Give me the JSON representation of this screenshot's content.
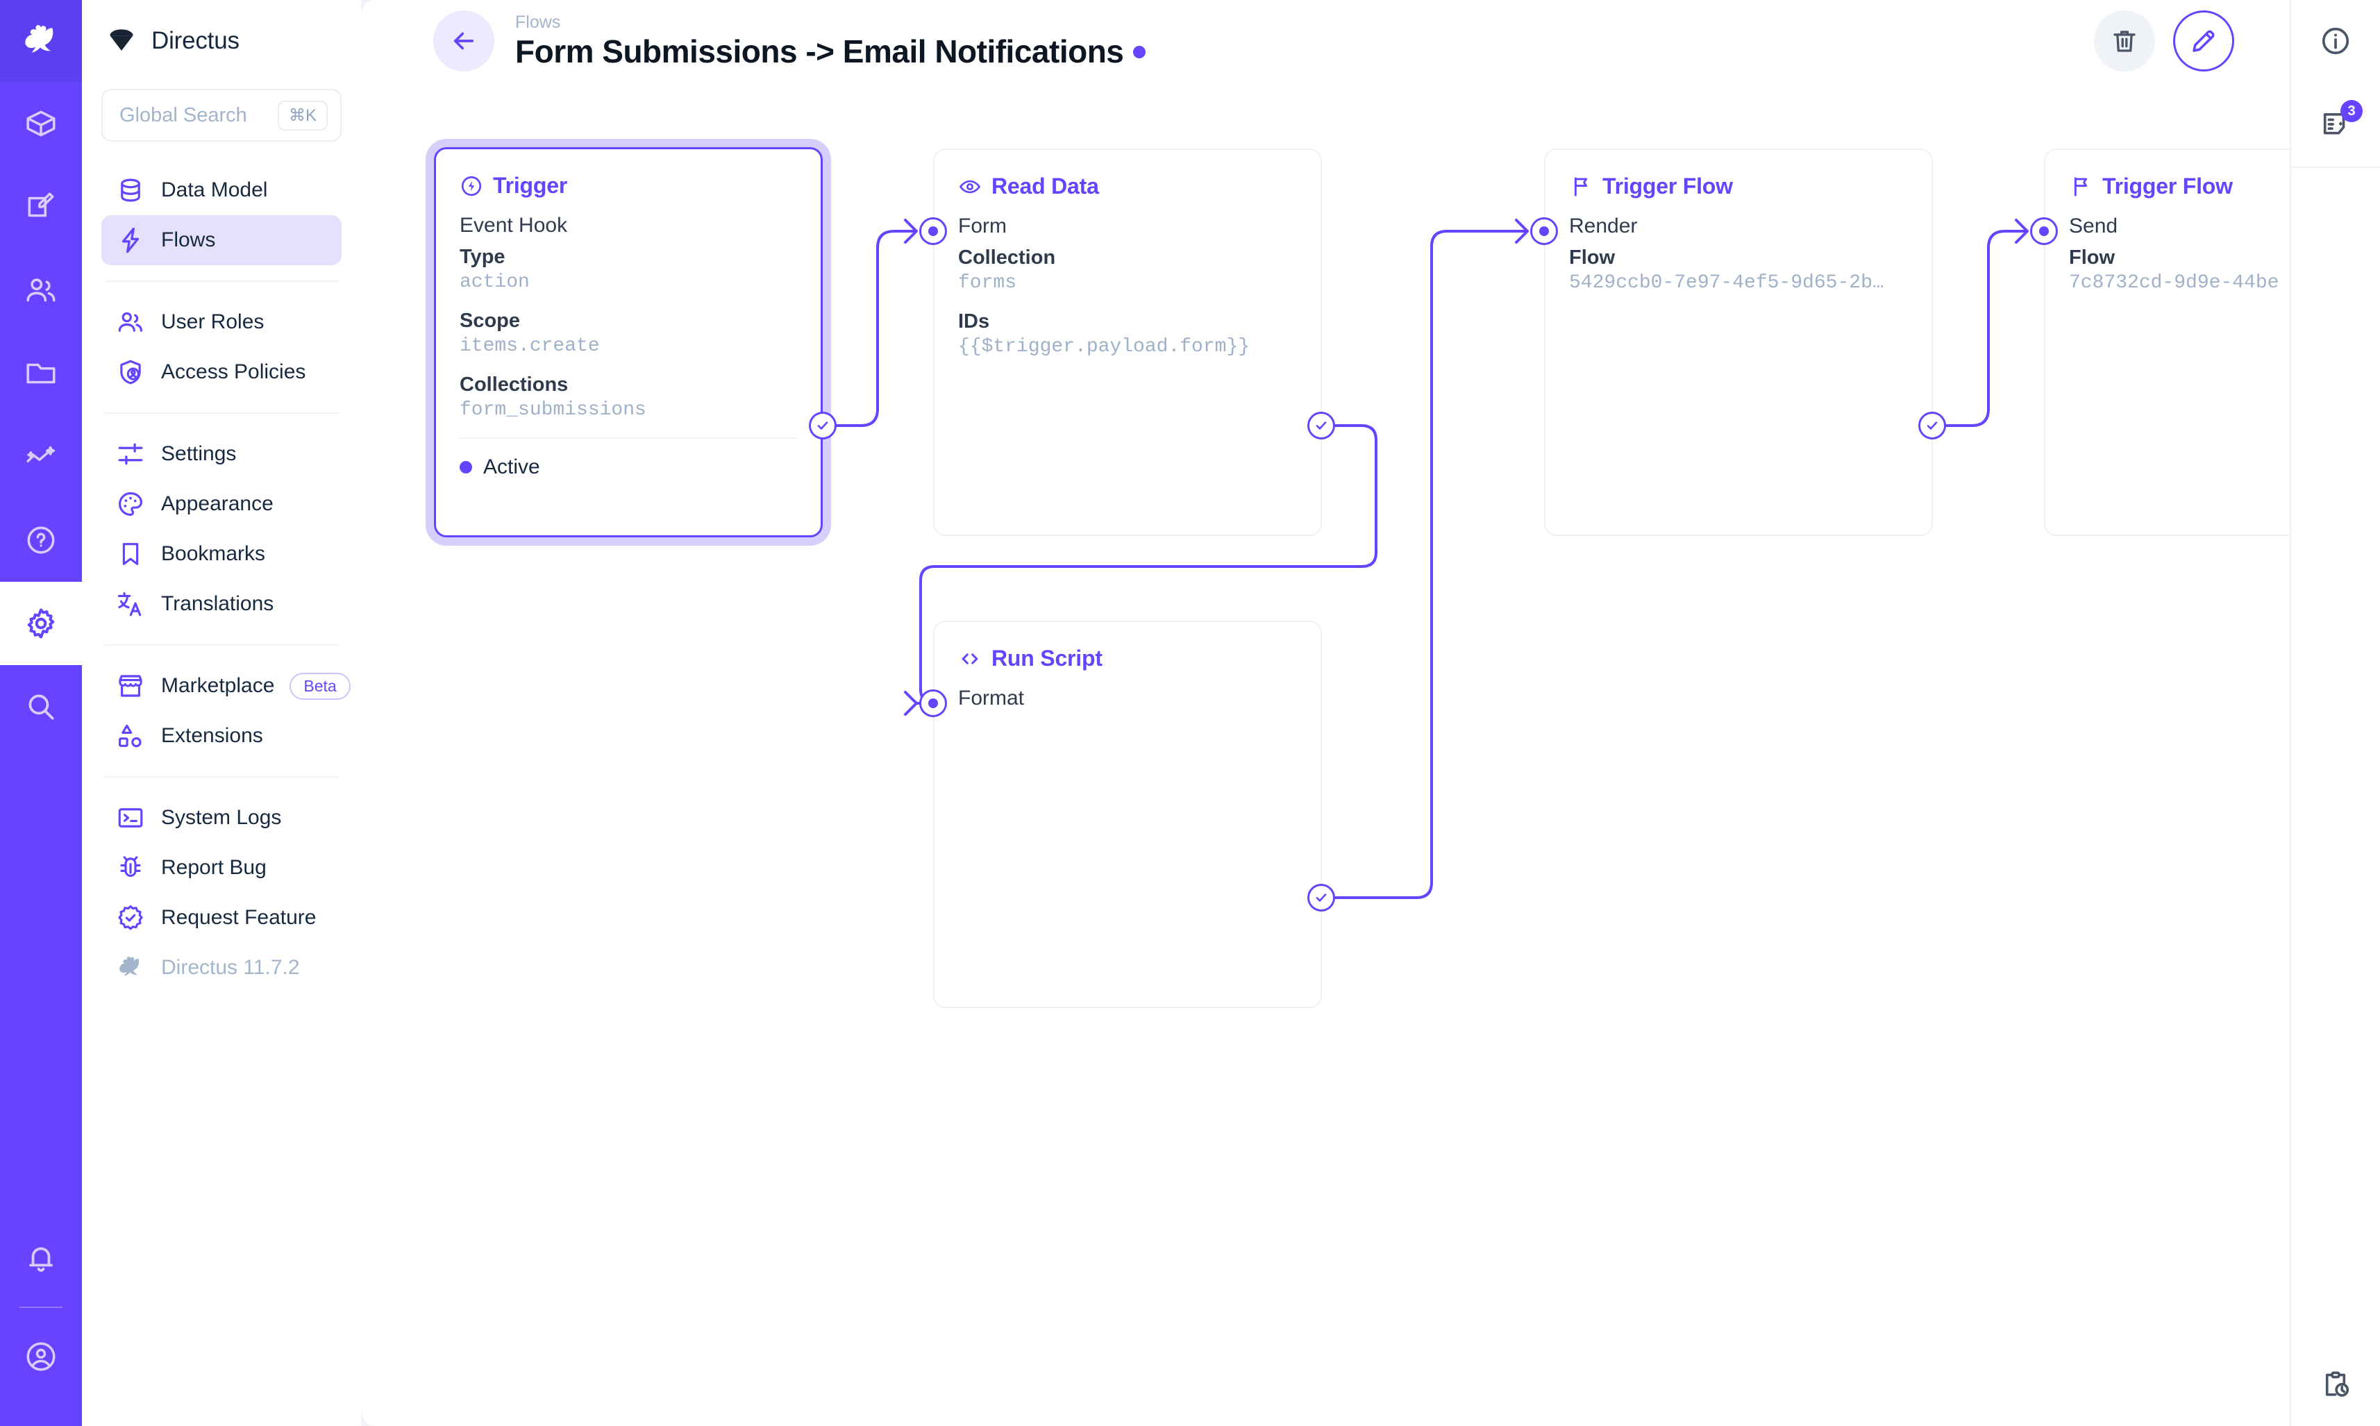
{
  "app": {
    "brand": "Directus",
    "version_label": "Directus 11.7.2"
  },
  "search": {
    "placeholder": "Global Search",
    "shortcut": "⌘K"
  },
  "module_rail": [
    {
      "name": "directus-logo-icon"
    },
    {
      "name": "content-box-icon"
    },
    {
      "name": "edit-square-icon"
    },
    {
      "name": "users-icon"
    },
    {
      "name": "folder-icon"
    },
    {
      "name": "insights-icon"
    },
    {
      "name": "help-circle-icon"
    },
    {
      "name": "settings-gear-icon",
      "active": true
    },
    {
      "name": "search-icon"
    },
    {
      "name": "bell-icon"
    },
    {
      "name": "account-circle-icon"
    }
  ],
  "sidebar": {
    "groups": [
      {
        "items": [
          {
            "label": "Data Model",
            "icon": "database-icon",
            "active": false
          },
          {
            "label": "Flows",
            "icon": "bolt-icon",
            "active": true
          }
        ]
      },
      {
        "items": [
          {
            "label": "User Roles",
            "icon": "users-icon",
            "active": false
          },
          {
            "label": "Access Policies",
            "icon": "shield-person-icon",
            "active": false
          }
        ]
      },
      {
        "items": [
          {
            "label": "Settings",
            "icon": "tune-icon",
            "active": false
          },
          {
            "label": "Appearance",
            "icon": "palette-icon",
            "active": false
          },
          {
            "label": "Bookmarks",
            "icon": "bookmark-icon",
            "active": false
          },
          {
            "label": "Translations",
            "icon": "translate-icon",
            "active": false
          }
        ]
      },
      {
        "items": [
          {
            "label": "Marketplace",
            "icon": "storefront-icon",
            "active": false,
            "badge": "Beta"
          },
          {
            "label": "Extensions",
            "icon": "extension-shapes-icon",
            "active": false
          }
        ]
      },
      {
        "items": [
          {
            "label": "System Logs",
            "icon": "terminal-icon",
            "active": false
          },
          {
            "label": "Report Bug",
            "icon": "bug-icon",
            "active": false
          },
          {
            "label": "Request Feature",
            "icon": "feature-check-icon",
            "active": false
          }
        ]
      }
    ]
  },
  "header": {
    "breadcrumb": "Flows",
    "title": "Form Submissions -> Email Notifications",
    "status_color": "#6644ff",
    "back_icon": "arrow-left-icon",
    "actions": [
      {
        "name": "delete-flow-button",
        "icon": "trash-icon"
      },
      {
        "name": "edit-flow-button",
        "icon": "pencil-icon"
      }
    ]
  },
  "right_sidebar": {
    "items": [
      {
        "name": "info-button",
        "icon": "info-circle-icon",
        "badge": null
      },
      {
        "name": "logs-button",
        "icon": "logs-icon",
        "badge": "3"
      }
    ],
    "bottom": {
      "name": "activity-button",
      "icon": "clipboard-clock-icon"
    }
  },
  "flow": {
    "nodes": [
      {
        "id": "trigger",
        "kind": "trigger",
        "title": "Trigger",
        "icon": "trigger-bolt-icon",
        "subtitle": "Event Hook",
        "selected": true,
        "fields": [
          {
            "label": "Type",
            "value": "action"
          },
          {
            "label": "Scope",
            "value": "items.create"
          },
          {
            "label": "Collections",
            "value": "form_submissions"
          }
        ],
        "footer": {
          "status": "Active",
          "color": "#6644ff"
        }
      },
      {
        "id": "read-data",
        "kind": "operation",
        "title": "Read Data",
        "icon": "eye-icon",
        "subtitle": "Form",
        "selected": false,
        "fields": [
          {
            "label": "Collection",
            "value": "forms"
          },
          {
            "label": "IDs",
            "value": "{{$trigger.payload.form}}"
          }
        ]
      },
      {
        "id": "run-script",
        "kind": "operation",
        "title": "Run Script",
        "icon": "code-icon",
        "subtitle": "Format",
        "selected": false,
        "fields": []
      },
      {
        "id": "trigger-flow-render",
        "kind": "operation",
        "title": "Trigger Flow",
        "icon": "flag-icon",
        "subtitle": "Render",
        "selected": false,
        "fields": [
          {
            "label": "Flow",
            "value": "5429ccb0-7e97-4ef5-9d65-2b…"
          }
        ]
      },
      {
        "id": "trigger-flow-send",
        "kind": "operation",
        "title": "Trigger Flow",
        "icon": "flag-icon",
        "subtitle": "Send",
        "selected": false,
        "fields": [
          {
            "label": "Flow",
            "value": "7c8732cd-9d9e-44be"
          }
        ]
      }
    ],
    "edge_color": "#6644ff"
  }
}
